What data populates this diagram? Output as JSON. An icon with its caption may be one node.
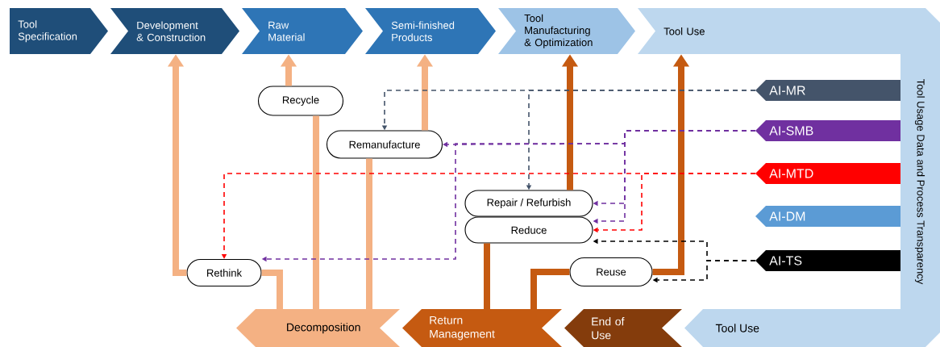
{
  "diagram": {
    "nodes": [
      {
        "text": [
          "Tool Specification"
        ]
      },
      {
        "text": [
          "Development & Construction"
        ]
      },
      {
        "text": [
          "Raw Material"
        ]
      },
      {
        "text": [
          "Semi-finished Products"
        ]
      },
      {
        "text": [
          "Tool Manufacturing & Optimization"
        ]
      },
      {
        "text": [
          "Tool Use",
          "Tool Usage Data and Process Transparency",
          "Tool Use"
        ]
      },
      {
        "text": [
          "Recycle"
        ]
      },
      {
        "text": [
          "Remanufacture"
        ]
      },
      {
        "text": [
          "Repair / Refurbish"
        ]
      },
      {
        "text": [
          "Reduce"
        ]
      },
      {
        "text": [
          "Rethink"
        ]
      },
      {
        "text": [
          "Reuse"
        ]
      },
      {
        "text": [
          "AI-MR"
        ]
      },
      {
        "text": [
          "AI-SMB"
        ]
      },
      {
        "text": [
          "AI-MTD"
        ]
      },
      {
        "text": [
          "AI-DM"
        ]
      },
      {
        "text": [
          "AI-TS"
        ]
      },
      {
        "text": [
          "Decomposition"
        ]
      },
      {
        "text": [
          "Return Management"
        ]
      },
      {
        "text": [
          "End of Use"
        ]
      }
    ],
    "edges": [
      {
        "from": 10,
        "to": 1,
        "arrow": "to",
        "style": "thick",
        "color": "#f4b183"
      },
      {
        "from": 17,
        "to": 10,
        "arrow": "none",
        "style": "thick",
        "color": "#f4b183"
      },
      {
        "from": 17,
        "to": 6,
        "arrow": "none",
        "style": "thick",
        "color": "#f4b183"
      },
      {
        "from": 6,
        "to": 2,
        "arrow": "to",
        "style": "thick",
        "color": "#f4b183"
      },
      {
        "from": 17,
        "to": 7,
        "arrow": "none",
        "style": "thick",
        "color": "#f4b183"
      },
      {
        "from": 7,
        "to": 3,
        "arrow": "to",
        "style": "thick",
        "color": "#f4b183"
      },
      {
        "from": 18,
        "to": 9,
        "arrow": "none",
        "style": "thick",
        "color": "#c55a11"
      },
      {
        "from": 8,
        "to": 4,
        "arrow": "to",
        "style": "thick",
        "color": "#c55a11"
      },
      {
        "from": 18,
        "to": 11,
        "arrow": "none",
        "style": "thick",
        "color": "#c55a11"
      },
      {
        "from": 11,
        "to": 5,
        "arrow": "to",
        "style": "thick",
        "color": "#c55a11"
      },
      {
        "from": 12,
        "to": 7,
        "arrow": "to",
        "style": "dashed",
        "color": "#44546a"
      },
      {
        "from": 12,
        "to": 8,
        "arrow": "to",
        "style": "dashed",
        "color": "#44546a"
      },
      {
        "from": 13,
        "to": 7,
        "arrow": "to",
        "style": "dashed",
        "color": "#7030a0"
      },
      {
        "from": 13,
        "to": 8,
        "arrow": "to",
        "style": "dashed",
        "color": "#7030a0"
      },
      {
        "from": 13,
        "to": 9,
        "arrow": "to",
        "style": "dashed",
        "color": "#7030a0"
      },
      {
        "from": 13,
        "to": 10,
        "arrow": "to",
        "style": "dashed",
        "color": "#7030a0"
      },
      {
        "from": 14,
        "to": 10,
        "arrow": "to",
        "style": "dashed",
        "color": "#ff0000"
      },
      {
        "from": 14,
        "to": 9,
        "arrow": "to",
        "style": "dashed",
        "color": "#ff0000"
      },
      {
        "from": 16,
        "to": 9,
        "arrow": "to",
        "style": "dashed",
        "color": "#000000"
      },
      {
        "from": 16,
        "to": 11,
        "arrow": "to",
        "style": "dashed",
        "color": "#000000"
      }
    ]
  }
}
